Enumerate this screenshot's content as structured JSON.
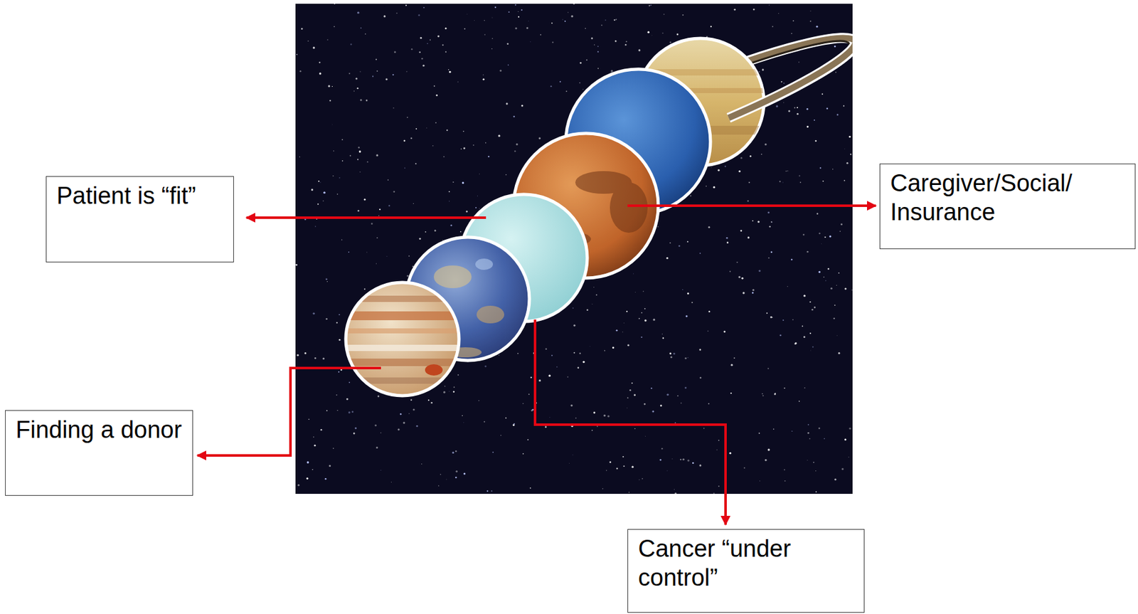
{
  "diagram": {
    "nodes": [
      {
        "text": [
          "Patient is “fit”"
        ]
      },
      {
        "text": [
          "Caregiver/Social/ Insurance"
        ]
      },
      {
        "text": [
          "Finding a donor"
        ]
      },
      {
        "text": [
          "Cancer “under control”"
        ]
      }
    ]
  }
}
